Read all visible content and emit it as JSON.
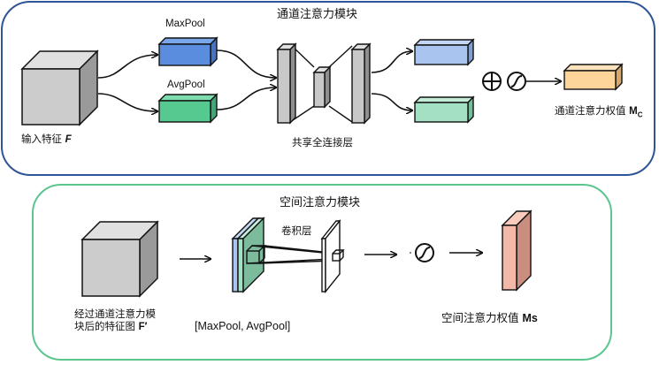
{
  "channel_module": {
    "title": "通道注意力模块",
    "input_label": "输入特征",
    "input_symbol": "F",
    "maxpool_label": "MaxPool",
    "avgpool_label": "AvgPool",
    "shared_fc_label": "共享全连接层",
    "output_label": "通道注意力权值",
    "output_symbol": "M",
    "output_subscript": "C",
    "sum_op_icon": "circled-plus-icon",
    "sigmoid_icon": "sigmoid-icon",
    "colors": {
      "border": "#2f5597",
      "maxpool": "#5b8dde",
      "avgpool": "#55c990",
      "mlp_out_top": "#a9c4ee",
      "mlp_out_bottom": "#a3e0c4",
      "weight": "#fdd499",
      "feature": "#cccccc"
    }
  },
  "spatial_module": {
    "title": "空间注意力模块",
    "input_label_line1": "经过通道注意力模",
    "input_label_line2": "块后的特征图",
    "input_symbol": "F′",
    "pooled_label": "[MaxPool, AvgPool]",
    "conv_label": "卷积层",
    "output_label": "空间注意力权值",
    "output_symbol": "Ms",
    "sigmoid_icon": "sigmoid-icon",
    "colors": {
      "border": "#5cc58e",
      "maxpool_layer": "#a9c4ee",
      "avgpool_layer": "#a3e0c4",
      "stacked": "#7dbb9d",
      "weight": "#f4b8a8"
    }
  }
}
